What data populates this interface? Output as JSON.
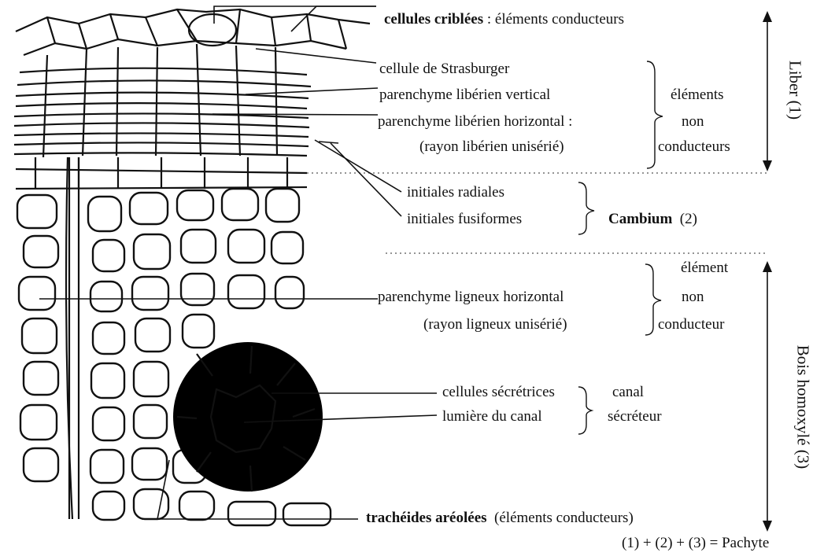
{
  "labels": {
    "cellules_criblees_bold": "cellules criblées",
    "cellules_criblees_rest": " : éléments conducteurs",
    "strasburger": "cellule de Strasburger",
    "par_lib_vertical": "parenchyme libérien vertical",
    "par_lib_horizontal": "parenchyme libérien horizontal :",
    "rayon_liberien": "(rayon libérien unisérié)",
    "elements": "éléments",
    "non": "non",
    "conducteurs": "conducteurs",
    "initiales_radiales": "initiales radiales",
    "initiales_fusiformes": "initiales fusiformes",
    "cambium": "Cambium",
    "cambium_num": "(2)",
    "par_ligneux_horizontal": "parenchyme ligneux horizontal",
    "rayon_ligneux": "(rayon ligneux unisérié)",
    "element": "élément",
    "non2": "non",
    "conducteur": "conducteur",
    "cellules_secretrices": "cellules sécrétrices",
    "lumiere_canal": "lumière du canal",
    "canal": "canal",
    "secreteur": "sécréteur",
    "tracheides_bold": "trachéides aréolées",
    "tracheides_rest": "(éléments conducteurs)",
    "liber": "Liber (1)",
    "bois": "Bois homoxylé (3)",
    "formula": "(1) + (2) + (3) = Pachyte"
  }
}
